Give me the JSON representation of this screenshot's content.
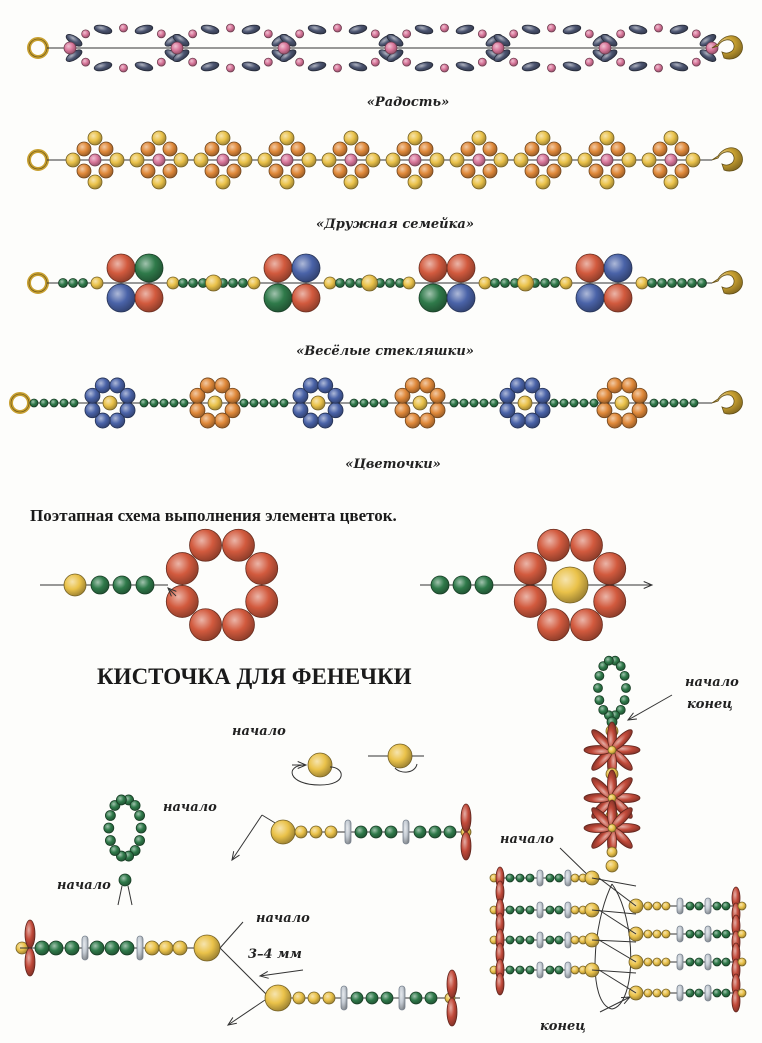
{
  "bracelets": [
    {
      "caption": "«Радость»"
    },
    {
      "caption": "«Дружная семейка»"
    },
    {
      "caption": "«Весёлые стекляшки»"
    },
    {
      "caption": "«Цветочки»"
    }
  ],
  "flower_steps": {
    "title": "Поэтапная схема выполнения элемента цветок."
  },
  "tassel": {
    "title": "КИСТОЧКА ДЛЯ ФЕНЕЧКИ",
    "labels": {
      "start_1": "начало",
      "start_2": "начало",
      "start_3": "начало",
      "start_4": "начало",
      "spacing": "3–4 мм",
      "start_5": "начало",
      "end_1": "конец",
      "start_6": "начало",
      "end_2": "конец"
    }
  },
  "colors": {
    "dark": "#4b5470",
    "pink": "#d9779b",
    "yellow": "#eac24a",
    "orange": "#e0893a",
    "red": "#d25a3e",
    "blue": "#4a63a8",
    "green": "#2f7a4a",
    "petal": "#c24a3a",
    "silver": "#c5ccd4",
    "gold_ring": "#c8a030",
    "thread": "#333333"
  }
}
